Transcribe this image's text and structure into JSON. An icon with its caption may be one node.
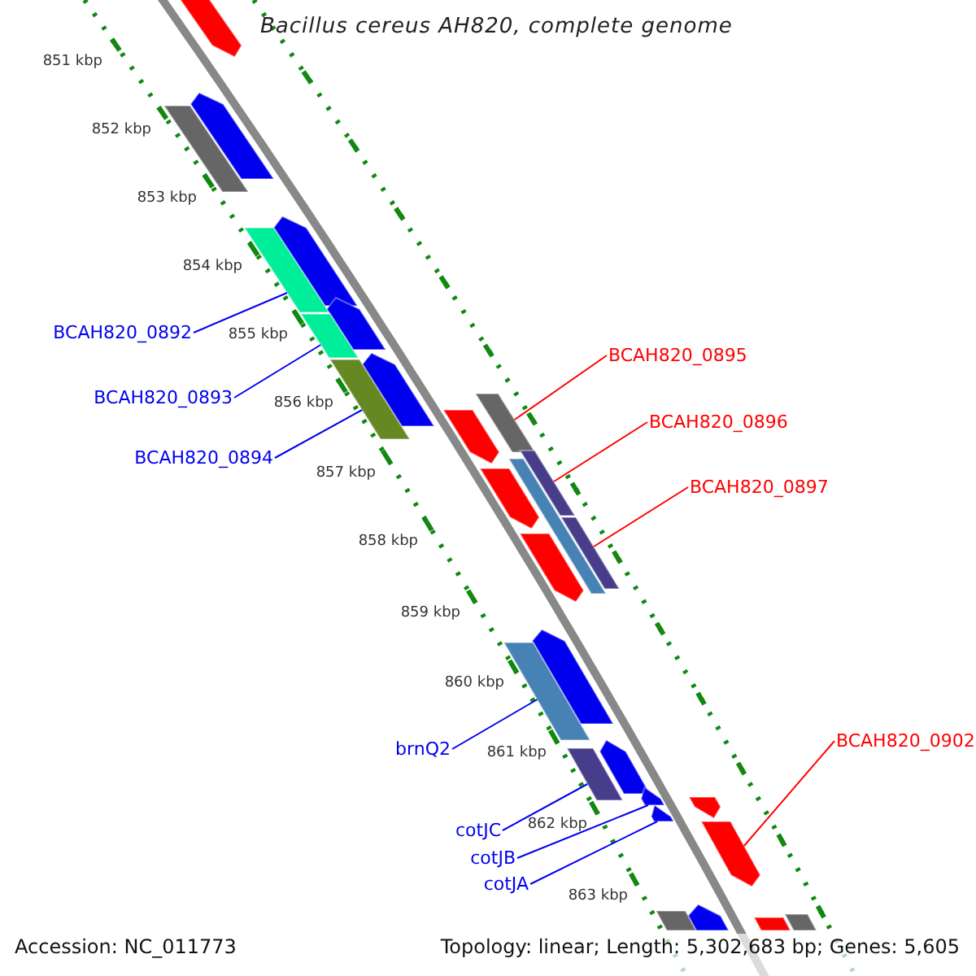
{
  "diagram": {
    "title": "Bacillus cereus AH820, complete genome",
    "nodes": [
      {
        "text": [
          "BCAH820_0892"
        ]
      },
      {
        "text": [
          "BCAH820_0893"
        ]
      },
      {
        "text": [
          "BCAH820_0894"
        ]
      },
      {
        "text": [
          "BCAH820_0895"
        ]
      },
      {
        "text": [
          "BCAH820_0896"
        ]
      },
      {
        "text": [
          "BCAH820_0897"
        ]
      },
      {
        "text": [
          "brnQ2"
        ]
      },
      {
        "text": [
          "cotJC"
        ]
      },
      {
        "text": [
          "cotJB"
        ]
      },
      {
        "text": [
          "cotJA"
        ]
      },
      {
        "text": [
          "BCAH820_0902"
        ]
      },
      {
        "text": [],
        "shape": "bar"
      },
      {
        "text": [],
        "shape": "bar"
      },
      {
        "text": [],
        "shape": "bar"
      },
      {
        "text": [],
        "shape": "bar"
      },
      {
        "text": [],
        "shape": "bar"
      },
      {
        "text": [],
        "shape": "bar"
      },
      {
        "text": [],
        "shape": "bar"
      },
      {
        "text": [],
        "shape": "bar"
      },
      {
        "text": [],
        "shape": "bar"
      },
      {
        "text": [],
        "shape": "bar"
      },
      {
        "text": [],
        "shape": "bar"
      },
      {
        "text": [],
        "shape": "bar"
      },
      {
        "text": [],
        "shape": "bar"
      },
      {
        "text": [],
        "shape": "bar"
      },
      {
        "text": [],
        "shape": "bar"
      },
      {
        "text": [],
        "shape": "bar"
      },
      {
        "text": [],
        "shape": "bar"
      },
      {
        "text": [],
        "shape": "bar"
      },
      {
        "text": [],
        "shape": "bar"
      },
      {
        "text": [],
        "shape": "bar"
      },
      {
        "text": [],
        "shape": "bar"
      },
      {
        "text": [],
        "shape": "bar"
      },
      {
        "text": [],
        "shape": "bar"
      },
      {
        "text": [],
        "shape": "bar"
      },
      {
        "text": [],
        "shape": "bar"
      },
      {
        "text": [],
        "shape": "bar"
      },
      {
        "text": [],
        "shape": "bar"
      },
      {
        "text": [],
        "shape": "bar"
      }
    ],
    "edges": [
      {
        "from": 0,
        "to": 15,
        "arrow": "none"
      },
      {
        "from": 1,
        "to": 17,
        "arrow": "none"
      },
      {
        "from": 2,
        "to": 19,
        "arrow": "none"
      },
      {
        "from": 3,
        "to": 20,
        "arrow": "none",
        "color": "#ff0000"
      },
      {
        "from": 4,
        "to": 22,
        "arrow": "none",
        "color": "#ff0000"
      },
      {
        "from": 5,
        "to": 25,
        "arrow": "none",
        "color": "#ff0000"
      },
      {
        "from": 6,
        "to": 28,
        "arrow": "none"
      },
      {
        "from": 7,
        "to": 30,
        "arrow": "none"
      },
      {
        "from": 8,
        "to": 31,
        "arrow": "none"
      },
      {
        "from": 9,
        "to": 33,
        "arrow": "none"
      },
      {
        "from": 10,
        "to": 34,
        "arrow": "none",
        "color": "#ff0000"
      }
    ],
    "labels": [
      "851 kbp",
      "852 kbp",
      "853 kbp",
      "854 kbp",
      "855 kbp",
      "856 kbp",
      "857 kbp",
      "858 kbp",
      "859 kbp",
      "860 kbp",
      "861 kbp",
      "862 kbp",
      "863 kbp",
      "Accession: NC_011773",
      "Topology: linear; Length: 5,302,683 bp; Genes: 5,605"
    ]
  }
}
